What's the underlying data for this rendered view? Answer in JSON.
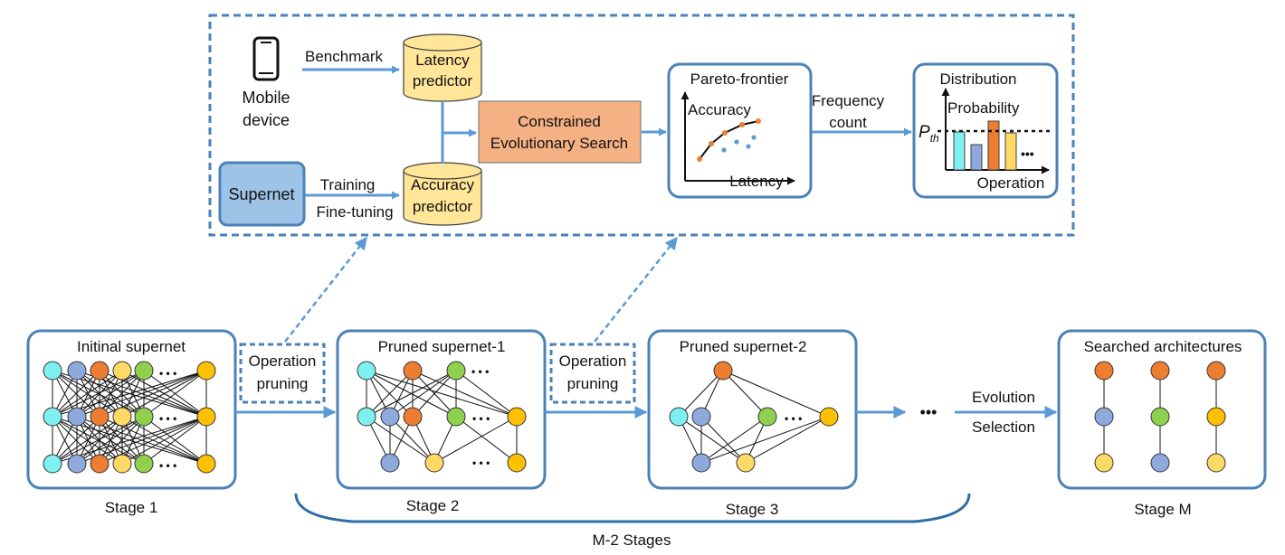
{
  "top_panel": {
    "mobile_label_line1": "Mobile",
    "mobile_label_line2": "device",
    "benchmark_label": "Benchmark",
    "latency_predictor_line1": "Latency",
    "latency_predictor_line2": "predictor",
    "supernet_label": "Supernet",
    "training_label": "Training",
    "finetuning_label": "Fine-tuning",
    "accuracy_predictor_line1": "Accuracy",
    "accuracy_predictor_line2": "predictor",
    "search_line1": "Constrained",
    "search_line2": "Evolutionary Search",
    "pareto_title": "Pareto-frontier",
    "pareto_ylabel": "Accuracy",
    "pareto_xlabel": "Latency",
    "frequency_line1": "Frequency",
    "frequency_line2": "count",
    "dist_title": "Distribution",
    "dist_ylabel": "Probability",
    "dist_threshold_main": "P",
    "dist_threshold_sub": "th",
    "dist_xlabel": "Operation",
    "dist_ellipsis": "•••"
  },
  "stages": {
    "stage1_title": "Initinal supernet",
    "stage1_label": "Stage 1",
    "op_pruning_1_line1": "Operation",
    "op_pruning_1_line2": "pruning",
    "stage2_title": "Pruned supernet-1",
    "stage2_label": "Stage 2",
    "op_pruning_2_line1": "Operation",
    "op_pruning_2_line2": "pruning",
    "stage3_title": "Pruned supernet-2",
    "stage3_label": "Stage 3",
    "ellipsis": "•••",
    "evolution_label": "Evolution",
    "selection_label": "Selection",
    "stageM_title": "Searched architectures",
    "stageM_label": "Stage M",
    "brace_label": "M-2 Stages",
    "row_ellipsis": "• • •"
  },
  "colors": {
    "frame_blue": "#4a82b8",
    "arrow_blue": "#5b9bd5",
    "supernet_fill": "#9dc3e6",
    "cylinder_fill": "#ffe699",
    "search_fill": "#f4b183",
    "node_cyan": "#7ff0f0",
    "node_blue": "#8ea9db",
    "node_orange": "#ed7d31",
    "node_yellow": "#ffd966",
    "node_green": "#8fd14f",
    "node_gold": "#ffc000"
  }
}
